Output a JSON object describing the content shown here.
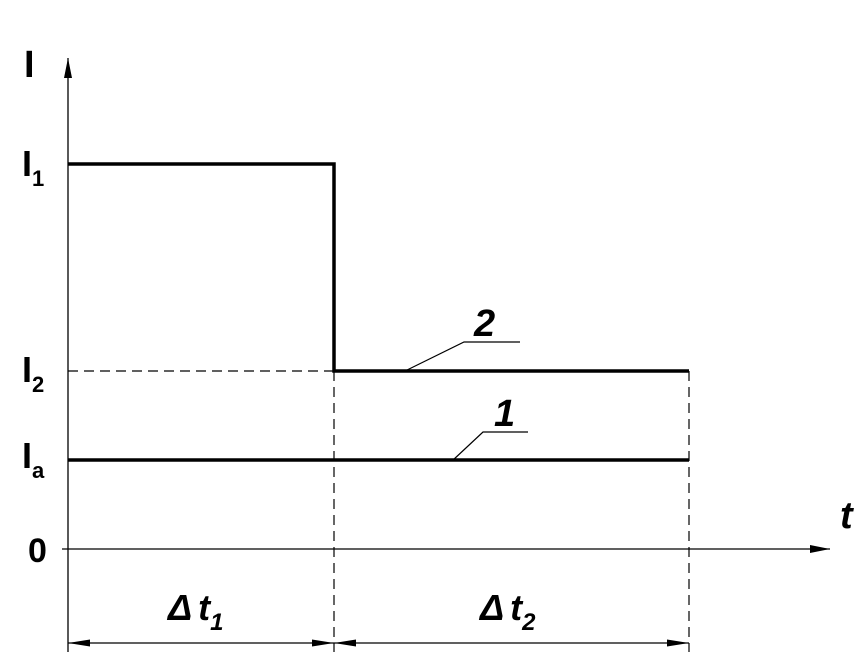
{
  "axes": {
    "y_label": "I",
    "x_label": "t",
    "origin_label": "0"
  },
  "levels": {
    "i1": {
      "main": "I",
      "sub": "1"
    },
    "i2": {
      "main": "I",
      "sub": "2"
    },
    "ia": {
      "main": "I",
      "sub": "a"
    }
  },
  "curves": {
    "curve_1": {
      "label": "1"
    },
    "curve_2": {
      "label": "2"
    }
  },
  "intervals": {
    "dt1": {
      "delta": "Δ",
      "var": "t",
      "sub": "1"
    },
    "dt2": {
      "delta": "Δ",
      "var": "t",
      "sub": "2"
    }
  },
  "colors": {
    "ink": "#000000",
    "background": "#ffffff"
  }
}
